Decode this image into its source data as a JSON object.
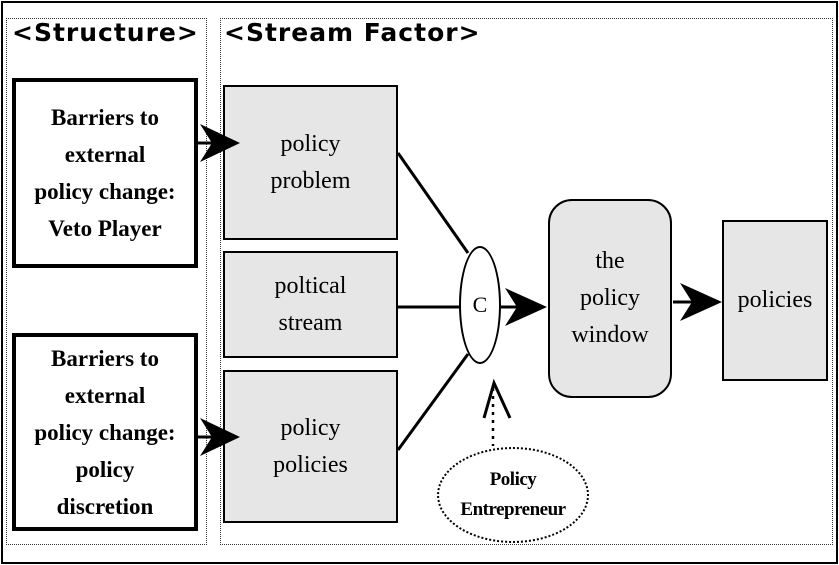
{
  "regions": {
    "structure_title": "<Structure>",
    "stream_title": "<Stream Factor>"
  },
  "structure_boxes": [
    {
      "text": "Barriers to\nexternal\npolicy change:\nVeto Player"
    },
    {
      "text": "Barriers to\nexternal\npolicy change:\npolicy\ndiscretion"
    }
  ],
  "streams": [
    {
      "text": "policy\nproblem"
    },
    {
      "text": "poltical\nstream"
    },
    {
      "text": "policy\npolicies"
    }
  ],
  "coupling": {
    "label": "C"
  },
  "entrepreneur": {
    "text": "Policy\nEntrepreneur"
  },
  "window": {
    "text": "the\npolicy\nwindow"
  },
  "output": {
    "text": "policies"
  },
  "colors": {
    "box_fill": "#e6e6e6",
    "line": "#000000"
  }
}
